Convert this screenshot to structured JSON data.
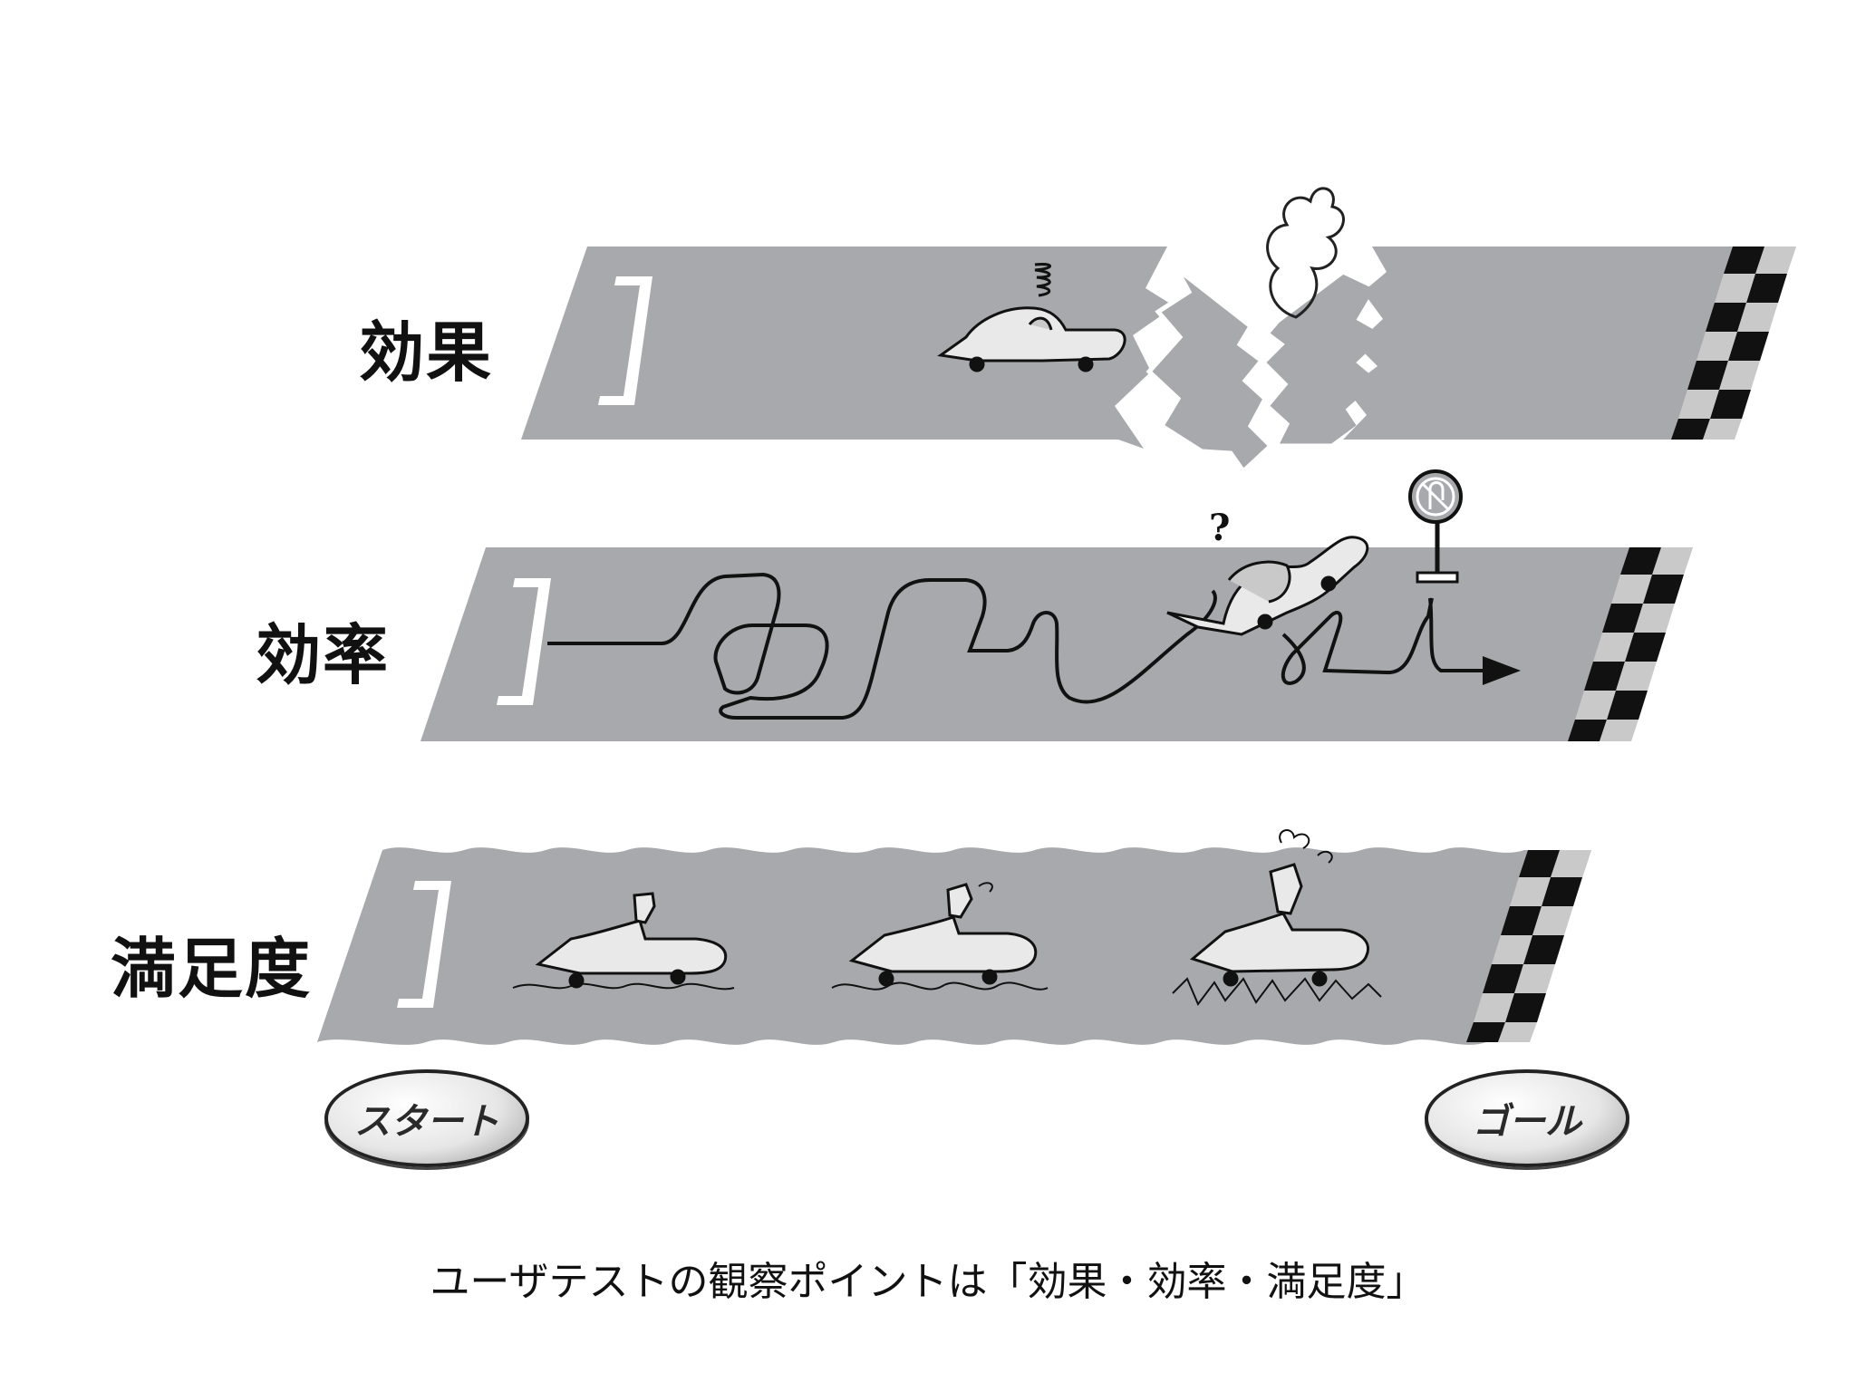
{
  "rows": [
    {
      "label": "効果"
    },
    {
      "label": "効率"
    },
    {
      "label": "満足度"
    }
  ],
  "start_label": "スタート",
  "goal_label": "ゴール",
  "caption": "ユーザテストの観察ポイントは「効果・効率・満足度」",
  "colors": {
    "road": "#a7a9ac",
    "ink": "#111111",
    "flag_light": "#c9c9c9"
  }
}
